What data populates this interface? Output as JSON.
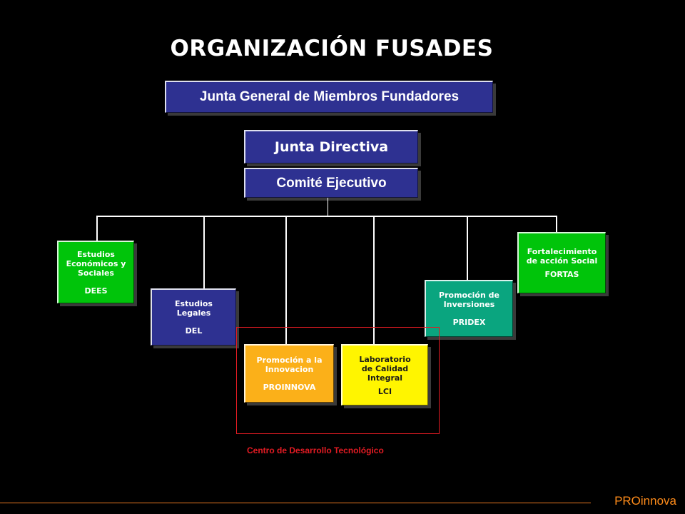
{
  "title": "ORGANIZACIÓN FUSADES",
  "junta_general": "Junta General de Miembros Fundadores",
  "junta_directiva": "Junta Directiva",
  "comite": "Comité Ejecutivo",
  "units": {
    "dees": {
      "name": "Estudios Económicos y Sociales",
      "code": "DEES"
    },
    "del": {
      "name": "Estudios Legales",
      "code": "DEL"
    },
    "proinnova": {
      "name": "Promoción a la Innovacion",
      "code": "PROINNOVA"
    },
    "lci": {
      "name": "Laboratorio de Calidad Integral",
      "code": "LCI"
    },
    "pridex": {
      "name": "Promoción de Inversiones",
      "code": "PRIDEX"
    },
    "fortas": {
      "name": "Fortalecimiento de acción Social",
      "code": "FORTAS"
    }
  },
  "cdt_label": "Centro de Desarrollo Tecnológico",
  "brand": "PROinnova",
  "colors": {
    "navy": "#2e3191",
    "green": "#00c40a",
    "teal": "#0aa57f",
    "orange": "#fbb019",
    "yellow": "#fff500",
    "red": "#e31b23",
    "brand_orange": "#ff8c1a"
  }
}
